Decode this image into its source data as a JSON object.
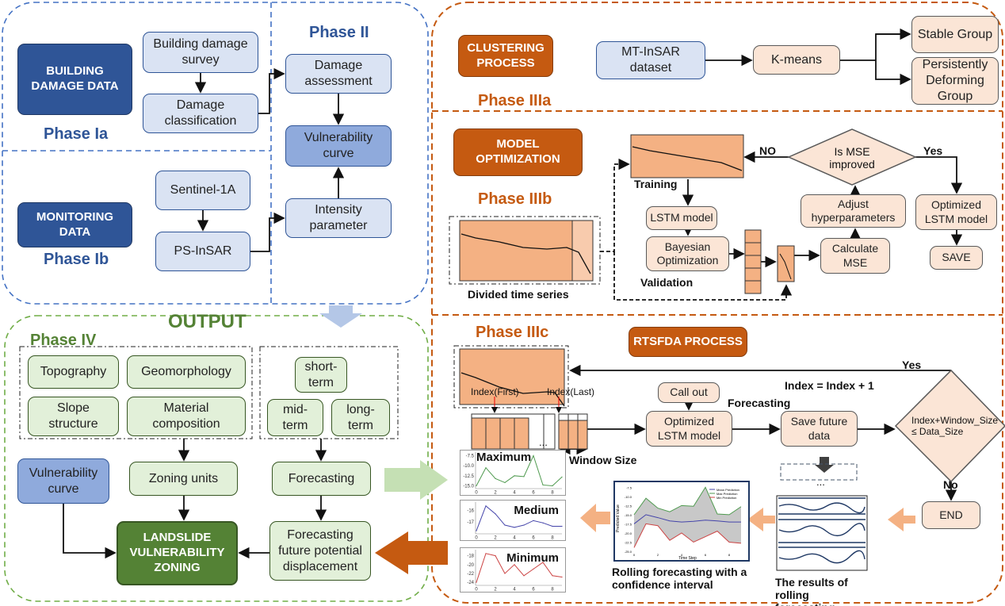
{
  "phase1": {
    "building_damage_data": "BUILDING DAMAGE DATA",
    "phase_ia": "Phase Ia",
    "building_damage_survey": "Building damage survey",
    "damage_classification": "Damage classification",
    "monitoring_data": "MONITORING DATA",
    "phase_ib": "Phase Ib",
    "sentinel": "Sentinel-1A",
    "ps_insar": "PS-InSAR"
  },
  "phase2": {
    "title": "Phase II",
    "damage_assessment": "Damage assessment",
    "vulnerability_curve": "Vulnerability curve",
    "intensity_parameter": "Intensity parameter"
  },
  "phase3a": {
    "process": "CLUSTERING PROCESS",
    "title": "Phase IIIa",
    "dataset": "MT-InSAR dataset",
    "kmeans": "K-means",
    "stable": "Stable Group",
    "persistent": "Persistently Deforming Group"
  },
  "phase3b": {
    "process": "MODEL OPTIMIZATION",
    "title": "Phase IIIb",
    "divided": "Divided time series",
    "training": "Training",
    "lstm": "LSTM model",
    "bayes": "Bayesian Optimization",
    "validation": "Validation",
    "mse": "Calculate MSE",
    "adjust": "Adjust hyperparameters",
    "decision": "Is MSE improved",
    "no": "NO",
    "yes": "Yes",
    "optimized": "Optimized LSTM model",
    "save": "SAVE"
  },
  "phase3c": {
    "title": "Phase IIIc",
    "process": "RTSFDA PROCESS",
    "index_first": "Index(First)",
    "index_last": "Index(Last)",
    "ellipsis": "...",
    "window": "Window Size",
    "call_out": "Call out",
    "optimized": "Optimized LSTM model",
    "forecasting": "Forecasting",
    "save_future": "Save future data",
    "decision": "Index+Window_Size ≤ Data_Size",
    "increment": "Index = Index + 1",
    "yes": "Yes",
    "no": "No",
    "end": "END",
    "results": "The results of rolling forecasting",
    "rolling": "Rolling forecasting with a confidence interval"
  },
  "phase4": {
    "output": "OUTPUT",
    "title": "Phase IV",
    "topography": "Topography",
    "geomorphology": "Geomorphology",
    "slope": "Slope structure",
    "material": "Material composition",
    "short": "short-term",
    "mid": "mid-term",
    "long": "long-term",
    "vulnerability": "Vulnerability curve",
    "zoning_units": "Zoning units",
    "forecasting": "Forecasting",
    "zoning": "LANDSLIDE VULNERABILITY ZONING",
    "future": "Forecasting future potential displacement"
  },
  "colors": {
    "blue": "#2f5597",
    "light_blue": "#dae3f3",
    "orange": "#c55a11",
    "peach": "#fbe5d6",
    "green": "#548235",
    "light_green": "#e2f0d9"
  },
  "mini_charts": [
    {
      "title": "Maximum",
      "color": "#4f9a4f",
      "x": [
        0,
        1,
        2,
        3,
        4,
        5,
        6,
        7,
        8,
        9
      ],
      "y": [
        -15,
        -10.5,
        -13.2,
        -14.2,
        -12.5,
        -12.7,
        -7.5,
        -14.8,
        -15,
        -12.8
      ],
      "yticks": [
        "-7.5",
        "-10.0",
        "-12.5",
        "-15.0"
      ],
      "ylim": [
        -15.5,
        -7
      ],
      "xticks": [
        "0",
        "2",
        "4",
        "6",
        "8"
      ]
    },
    {
      "title": "Medium",
      "color": "#4444aa",
      "x": [
        0,
        1,
        2,
        3,
        4,
        5,
        6,
        7,
        8,
        9
      ],
      "y": [
        -17.8,
        -15.6,
        -16.3,
        -17.3,
        -17.5,
        -17.3,
        -16.9,
        -17.1,
        -17.4,
        -17.4
      ],
      "yticks": [
        "-16",
        "-17"
      ],
      "ylim": [
        -18,
        -15.4
      ],
      "xticks": [
        "0",
        "2",
        "4",
        "6",
        "8"
      ]
    },
    {
      "title": "Minimum",
      "color": "#cc4444",
      "x": [
        0,
        1,
        2,
        3,
        4,
        5,
        6,
        7,
        8,
        9
      ],
      "y": [
        -24,
        -17.5,
        -18,
        -22,
        -20,
        -22.5,
        -21,
        -19.5,
        -22.5,
        -22.8
      ],
      "yticks": [
        "-18",
        "-20",
        "-22",
        "-24"
      ],
      "ylim": [
        -24.5,
        -17
      ],
      "xticks": [
        "0",
        "2",
        "4",
        "6",
        "8"
      ]
    }
  ],
  "rolling_chart": {
    "legend": [
      "Mean Prediction",
      "Max Prediction",
      "Min Prediction"
    ],
    "xlabel": "Time Step",
    "ylabel": "Predicted Value",
    "yticks": [
      "-7.5",
      "-10.0",
      "-12.5",
      "-15.0",
      "-17.5",
      "-20.0",
      "-22.5",
      "-25.0"
    ],
    "ylim": [
      -25,
      -7
    ],
    "xticks": [
      "0",
      "2",
      "4",
      "6",
      "8"
    ],
    "mean": [
      -17.5,
      -15,
      -15.8,
      -16.7,
      -17,
      -16.8,
      -16.5,
      -16.7,
      -17,
      -17
    ],
    "max": [
      -15,
      -10.5,
      -13.2,
      -14.2,
      -12.5,
      -12.7,
      -7.5,
      -14.8,
      -15,
      -12.8
    ],
    "min": [
      -24,
      -17.5,
      -18,
      -22,
      -20,
      -22.5,
      -21,
      -19.5,
      -22.5,
      -22.8
    ]
  }
}
